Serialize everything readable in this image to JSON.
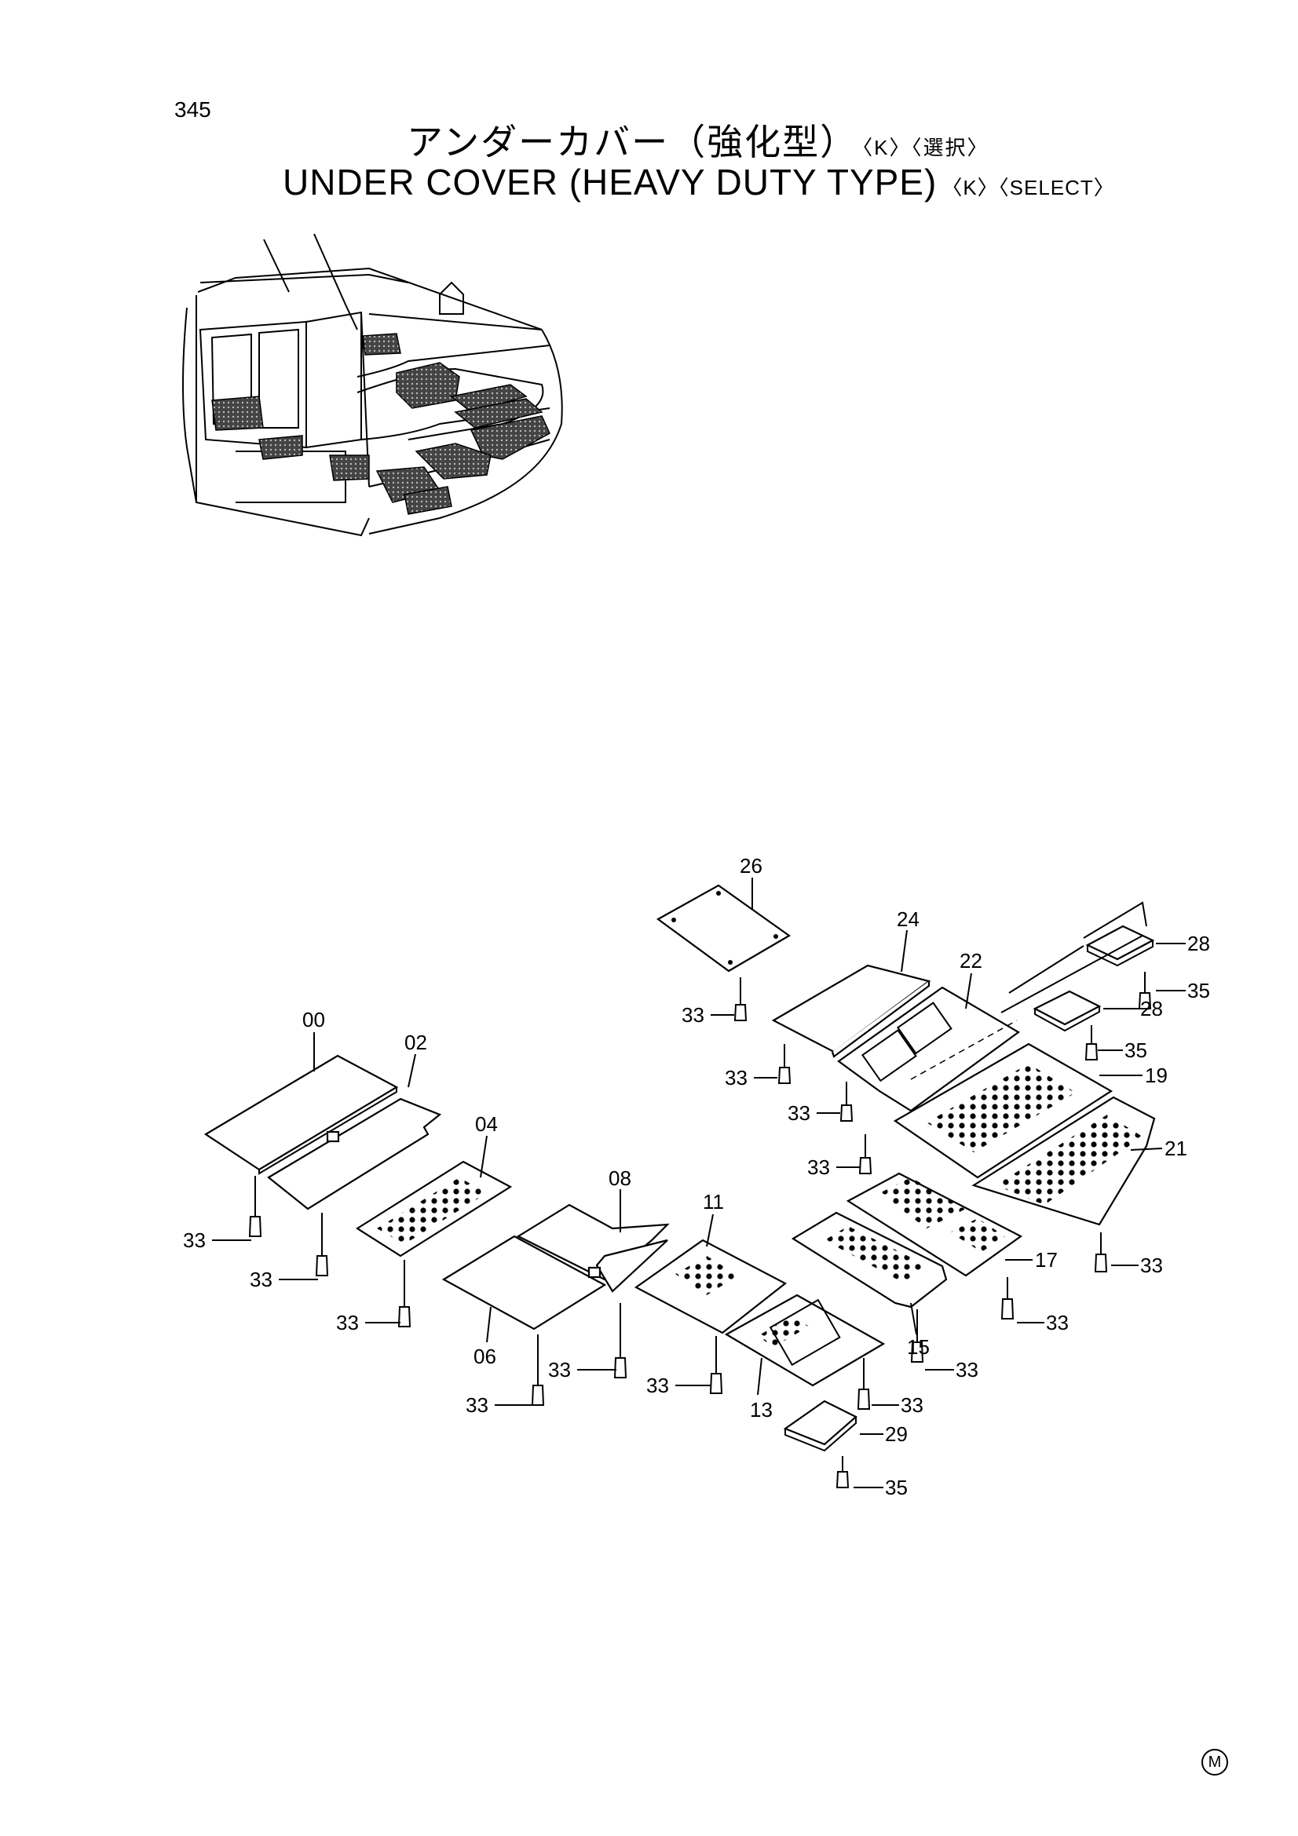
{
  "page_number": "345",
  "title": {
    "japanese": "アンダーカバー（強化型）",
    "japanese_tags": "〈K〉〈選択〉",
    "english": "UNDER COVER (HEAVY DUTY TYPE)",
    "english_tags": "〈K〉〈SELECT〉"
  },
  "parts": {
    "p00": "00",
    "p02": "02",
    "p04": "04",
    "p06": "06",
    "p08": "08",
    "p11": "11",
    "p13": "13",
    "p15": "15",
    "p17": "17",
    "p19": "19",
    "p21": "21",
    "p22": "22",
    "p24": "24",
    "p26": "26",
    "p28": "28",
    "p29": "29",
    "p33": "33",
    "p35": "35"
  },
  "corner_mark": "M"
}
